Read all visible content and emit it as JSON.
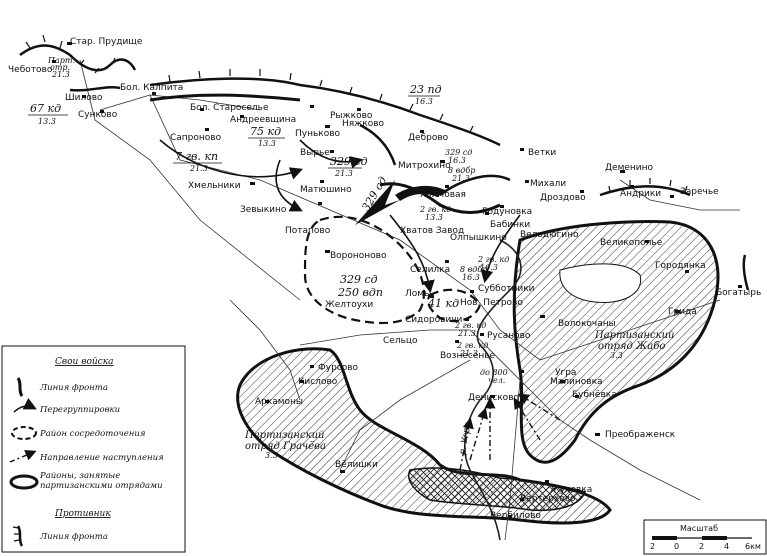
{
  "colors": {
    "ink": "#111111",
    "paper": "#ffffff",
    "hatch": "#333333"
  },
  "settlements": [
    "Стар. Прудище",
    "Чеботово",
    "Шилово",
    "Сунково",
    "Бол. Калпита",
    "Бол. Староселье",
    "Андреевщина",
    "Рыжково",
    "Пуньково",
    "Няжково",
    "Вырье",
    "Сапроново",
    "Хмельники",
    "Зевыкино",
    "Матюшино",
    "Деброво",
    "Митрохино",
    "Ветки",
    "Холмовая",
    "Михали",
    "Дроздово",
    "Деменино",
    "Андрики",
    "Заречье",
    "Годуновка",
    "Бабинки",
    "Хватов Завод",
    "Потапово",
    "Олпышкино",
    "Вельдюгино",
    "Ворононово",
    "Селилка",
    "Желтоухи",
    "Ломы",
    "Субботники",
    "Нов. Петрово",
    "Сидоровичи",
    "Волокочаны",
    "Сельцо",
    "Русаново",
    "Вознесенье",
    "Угра",
    "Малиновка",
    "Бубнёвка",
    "Фурсово",
    "Кислово",
    "Архамоны",
    "Денисково",
    "Преображенск",
    "Великополье",
    "Городянка",
    "Грида",
    "Богатырь",
    "Вёлишки",
    "Жуковка",
    "Вертерхово",
    "Вербилово"
  ],
  "units": {
    "u67kd": {
      "name": "67 кд",
      "date": "13.3"
    },
    "u75kd": {
      "name": "75 кд",
      "date": "13.3"
    },
    "u7gvkp": {
      "name": "7 гв. кп",
      "date": "21.3"
    },
    "u329sd": {
      "name": "329 сд",
      "date": "21.3"
    },
    "u23pd": {
      "name": "23 пд",
      "date": "16.3"
    },
    "u329sd_b": {
      "name": "329 сд",
      "date": "16.3"
    },
    "u8vdbr": {
      "name": "8 вдбр",
      "date": "21.3"
    },
    "u2gvkd_a": {
      "name": "2 гв. кд",
      "date": "13.3"
    },
    "u2gvkd_b": {
      "name": "2 гв. кд",
      "date": "16.3"
    },
    "u329sd_250vdp": {
      "name": "329 сд",
      "name2": "250 вдп"
    },
    "u41kd": {
      "name": "41 кд"
    },
    "u8vdbr_b": {
      "name": "8 вдбр",
      "date": "16.3"
    },
    "u2gvkd_c": {
      "name": "2 гв. кд",
      "date": "21.3"
    },
    "u2gvkd_d": {
      "name": "2 гв. кд",
      "date": "21.3"
    },
    "u800": {
      "name": "до 800",
      "name2": "чел."
    },
    "partisan_detachment": {
      "name": "Парт.",
      "name2": "отр.",
      "date": "21.3"
    },
    "u329sd_diag": {
      "name": "329 сд"
    }
  },
  "partisans": {
    "zhabo": {
      "l1": "Партизанский",
      "l2": "отряд Жабо",
      "date": "3.3"
    },
    "grachev": {
      "l1": "Партизанский",
      "l2": "отряд Грачёва",
      "date": "3.3"
    }
  },
  "river": "р. Угра",
  "legend": {
    "own_title": "Свои войска",
    "items": [
      "Линия фронта",
      "Перегруппировки",
      "Район сосредоточения",
      "Направление наступления",
      "Районы, занятые",
      "партизанскими отрядами"
    ],
    "enemy_title": "Противник",
    "enemy_items": [
      "Линия фронта"
    ]
  },
  "scale": {
    "title": "Масштаб",
    "ticks": [
      "2",
      "0",
      "2",
      "4",
      "6км"
    ]
  }
}
